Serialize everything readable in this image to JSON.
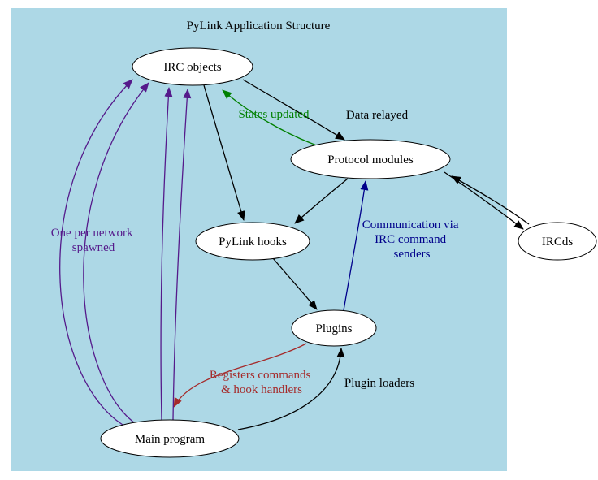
{
  "title": "PyLink Application Structure",
  "colors": {
    "background": "#add8e6",
    "node_fill": "#ffffff",
    "node_border": "#000000",
    "edge_black": "#000000",
    "edge_purple": "#551a8b",
    "edge_green": "#008000",
    "edge_blue": "#00008b",
    "edge_darkred": "#a52a2a",
    "text": "#000000"
  },
  "nodes": {
    "irc_objects": {
      "label": "IRC objects"
    },
    "protocol_modules": {
      "label": "Protocol modules"
    },
    "pylink_hooks": {
      "label": "PyLink hooks"
    },
    "plugins": {
      "label": "Plugins"
    },
    "main_program": {
      "label": "Main program"
    },
    "ircds": {
      "label": "IRCds"
    }
  },
  "edge_labels": {
    "data_relayed": {
      "lines": [
        "Data relayed"
      ]
    },
    "states_updated": {
      "lines": [
        "States updated"
      ]
    },
    "one_per_network": {
      "lines": [
        "One per network",
        "spawned"
      ]
    },
    "communication": {
      "lines": [
        "Communication via",
        "IRC command",
        "senders"
      ]
    },
    "plugin_loaders": {
      "lines": [
        "Plugin loaders"
      ]
    },
    "registers_commands": {
      "lines": [
        "Registers commands",
        "& hook handlers"
      ]
    }
  }
}
